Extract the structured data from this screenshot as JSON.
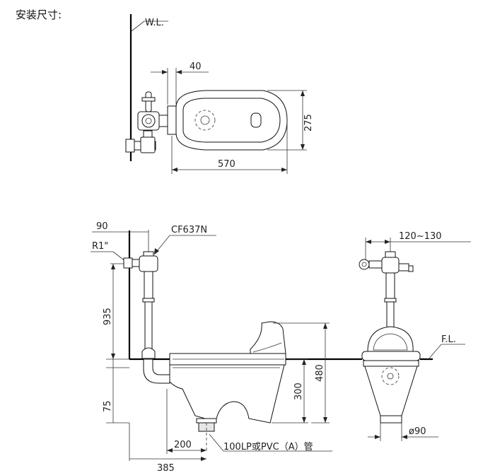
{
  "title": "安装尺寸:",
  "top_view": {
    "wall_label": "W.L.",
    "dim_projection": "40",
    "dim_depth": "275",
    "dim_length": "570"
  },
  "side_view": {
    "dim_wall_offset": "90",
    "valve_model": "CF637N",
    "inlet_thread": "R1\"",
    "dim_valve_height": "935",
    "dim_below_floor": "75",
    "dim_bowl_height": "300",
    "dim_total_height": "480",
    "dim_outlet_from_wall": "200",
    "dim_rear_from_wall": "385",
    "outlet_pipe_label": "100LP或PVC（A）管"
  },
  "front_view": {
    "dim_valve_width": "120~130",
    "floor_label": "F.L.",
    "dim_outlet_diameter": "ø90"
  }
}
